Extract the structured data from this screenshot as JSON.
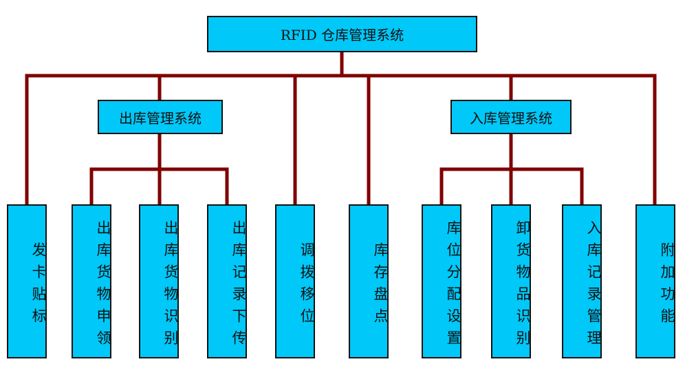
{
  "root": {
    "label": "RFID 仓库管理系统"
  },
  "subsystems": {
    "outbound": {
      "label": "出库管理系统"
    },
    "inbound": {
      "label": "入库管理系统"
    }
  },
  "leaves": {
    "card_issue": "发卡贴标",
    "outbound_goods_picking": "出库货物申领",
    "outbound_goods_identification": "出库货物识别",
    "outbound_record_download": "出库记录下传",
    "transfer": "调拨移位",
    "inventory_check": "库存盘点",
    "location_allocation": "库位分配设置",
    "unloading_identification": "卸货物品识别",
    "inbound_record_management": "入库记录管理",
    "additional_functions": "附加功能"
  },
  "colors": {
    "box_fill": "#00c8f8",
    "box_border": "#111111",
    "connector": "#800000"
  }
}
